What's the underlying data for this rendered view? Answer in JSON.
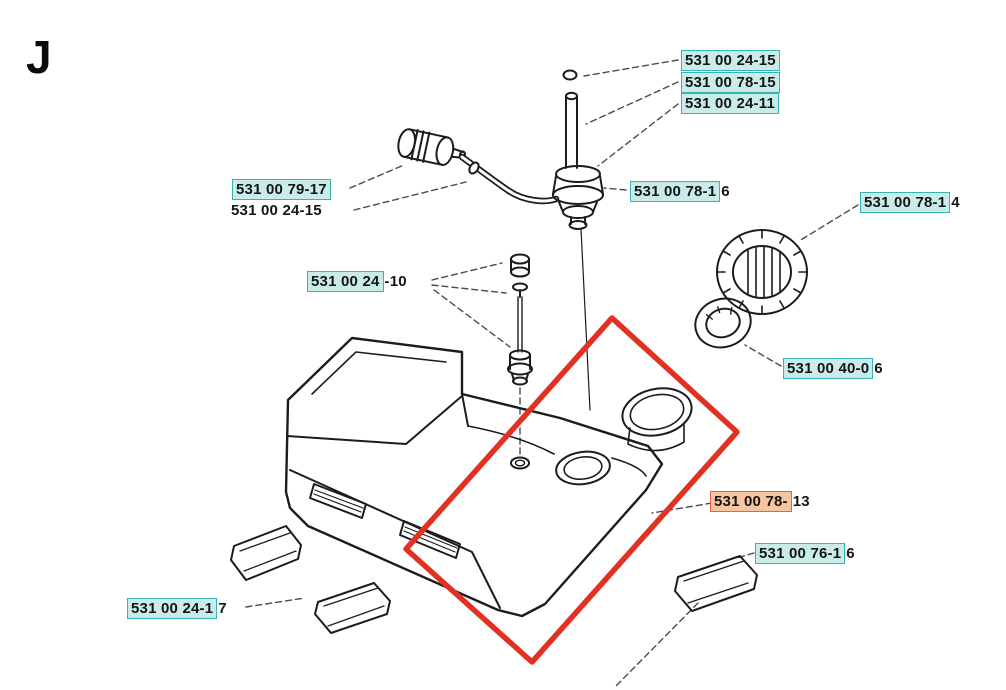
{
  "page": {
    "section_letter": "J"
  },
  "colors": {
    "highlight_cyan_bg": "#c9ece9",
    "highlight_cyan_border": "#36b3b3",
    "highlight_orange_bg": "#f7c4a0",
    "highlight_orange_border": "#e2654b",
    "callout_red": "#e03122",
    "line_black": "#1c1c1c"
  },
  "labels": [
    {
      "boxed": "531 00 24-15",
      "tail": "",
      "style": "cyan"
    },
    {
      "boxed": "531 00 78-15",
      "tail": "",
      "style": "cyan"
    },
    {
      "boxed": "531 00 24-11",
      "tail": "",
      "style": "cyan"
    },
    {
      "boxed": "531 00 79-17",
      "tail": "",
      "style": "cyan"
    },
    {
      "boxed": "",
      "tail": "531 00 24-15",
      "style": "plain"
    },
    {
      "boxed": "531 00 78-1",
      "tail": "6",
      "style": "cyan"
    },
    {
      "boxed": "531 00 78-1",
      "tail": "4",
      "style": "cyan"
    },
    {
      "boxed": "531 00 24",
      "tail": "-10",
      "style": "cyan"
    },
    {
      "boxed": "531 00 40-0",
      "tail": "6",
      "style": "cyan"
    },
    {
      "boxed": "531 00 78-",
      "tail": "13",
      "style": "orange"
    },
    {
      "boxed": "531 00 24-1",
      "tail": "7",
      "style": "cyan"
    },
    {
      "boxed": "531 00 76-1",
      "tail": "6",
      "style": "cyan"
    }
  ]
}
